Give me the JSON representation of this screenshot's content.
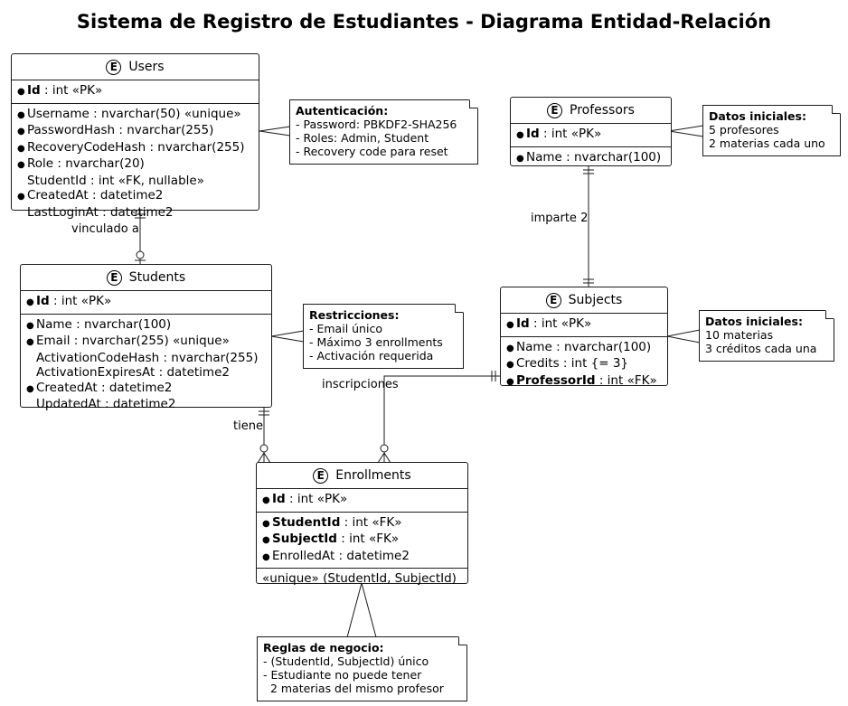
{
  "title": "Sistema de Registro de Estudiantes - Diagrama Entidad-Relación",
  "entity_badge": "E",
  "entities": {
    "users": {
      "name": "Users",
      "pk": [
        {
          "bullet": true,
          "name": "Id",
          "type": " : int «PK»"
        }
      ],
      "attrs": [
        {
          "bullet": true,
          "bold": false,
          "text": "Username : nvarchar(50) «unique»"
        },
        {
          "bullet": true,
          "bold": false,
          "text": "PasswordHash : nvarchar(255)"
        },
        {
          "bullet": true,
          "bold": false,
          "text": "RecoveryCodeHash : nvarchar(255)"
        },
        {
          "bullet": true,
          "bold": false,
          "text": "Role : nvarchar(20)"
        },
        {
          "bullet": false,
          "bold": false,
          "text": "StudentId : int «FK, nullable»"
        },
        {
          "bullet": true,
          "bold": false,
          "text": "CreatedAt : datetime2"
        },
        {
          "bullet": false,
          "bold": false,
          "text": "LastLoginAt : datetime2"
        }
      ]
    },
    "students": {
      "name": "Students",
      "pk": [
        {
          "bullet": true,
          "name": "Id",
          "type": " : int «PK»"
        }
      ],
      "attrs": [
        {
          "bullet": true,
          "text": "Name : nvarchar(100)"
        },
        {
          "bullet": true,
          "text": "Email : nvarchar(255) «unique»"
        },
        {
          "bullet": false,
          "text": "ActivationCodeHash : nvarchar(255)"
        },
        {
          "bullet": false,
          "text": "ActivationExpiresAt : datetime2"
        },
        {
          "bullet": true,
          "text": "CreatedAt : datetime2"
        },
        {
          "bullet": false,
          "text": "UpdatedAt : datetime2"
        }
      ]
    },
    "professors": {
      "name": "Professors",
      "pk": [
        {
          "bullet": true,
          "name": "Id",
          "type": " : int «PK»"
        }
      ],
      "attrs": [
        {
          "bullet": true,
          "text": "Name : nvarchar(100)"
        }
      ]
    },
    "subjects": {
      "name": "Subjects",
      "pk": [
        {
          "bullet": true,
          "name": "Id",
          "type": " : int «PK»"
        }
      ],
      "attrs": [
        {
          "bullet": true,
          "text": "Name : nvarchar(100)"
        },
        {
          "bullet": true,
          "text": "Credits : int {= 3}"
        },
        {
          "bullet": true,
          "boldname": "ProfessorId",
          "type": " : int «FK»"
        }
      ]
    },
    "enrollments": {
      "name": "Enrollments",
      "pk": [
        {
          "bullet": true,
          "name": "Id",
          "type": " : int «PK»"
        }
      ],
      "attrs": [
        {
          "bullet": true,
          "boldname": "StudentId",
          "type": " : int «FK»"
        },
        {
          "bullet": true,
          "boldname": "SubjectId",
          "type": " : int «FK»"
        },
        {
          "bullet": true,
          "text": "EnrolledAt : datetime2"
        }
      ],
      "constraints": [
        {
          "bullet": false,
          "text": "«unique» (StudentId, SubjectId)"
        }
      ]
    }
  },
  "notes": {
    "auth": {
      "title": "Autenticación:",
      "lines": [
        "- Password: PBKDF2-SHA256",
        "- Roles: Admin, Student",
        "- Recovery code para reset"
      ]
    },
    "professors": {
      "title": "Datos iniciales:",
      "lines": [
        "5 profesores",
        "2 materias cada uno"
      ]
    },
    "students": {
      "title": "Restricciones:",
      "lines": [
        "- Email único",
        "- Máximo 3 enrollments",
        "- Activación requerida"
      ]
    },
    "subjects": {
      "title": "Datos iniciales:",
      "lines": [
        "10 materias",
        "3 créditos cada una"
      ]
    },
    "enrollments": {
      "title": "Reglas de negocio:",
      "lines": [
        "- (StudentId, SubjectId) único",
        "- Estudiante no puede tener",
        "  2 materias del mismo profesor"
      ]
    }
  },
  "relations": {
    "users_students": "vinculado a",
    "professors_subjects": "imparte 2",
    "students_enrollments": "tiene",
    "subjects_enrollments": "inscripciones"
  }
}
